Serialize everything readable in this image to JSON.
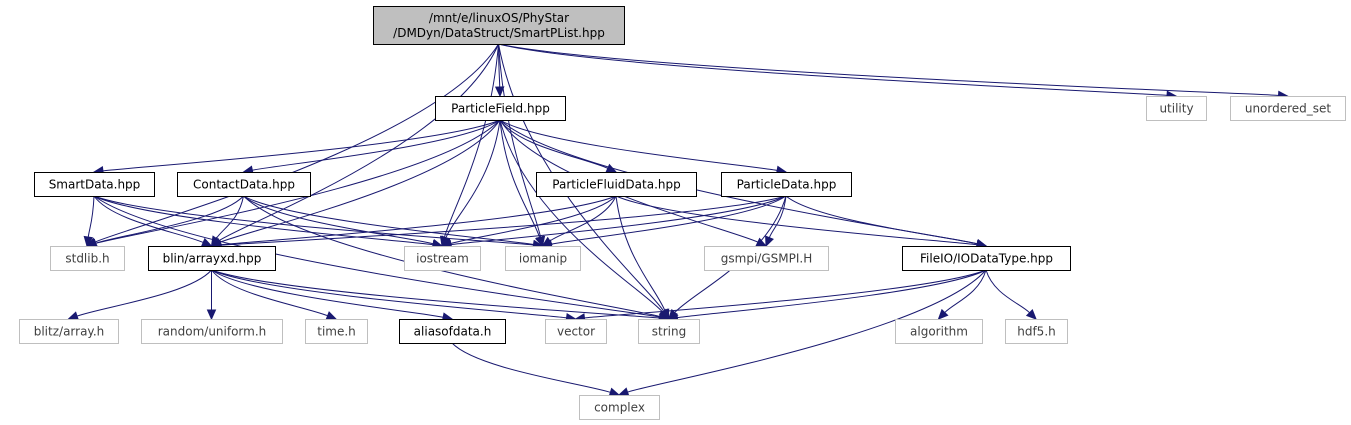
{
  "title": "",
  "diagram": {
    "colors": {
      "edge": "#191970",
      "system_border": "#bfbfbf",
      "system_text": "#404040",
      "root_fill": "#bfbfbf"
    },
    "nodes": [
      {
        "id": "root",
        "lines": [
          "/mnt/e/linuxOS/PhyStar",
          "/DMDyn/DataStruct/SmartPList.hpp"
        ],
        "kind": "root"
      },
      {
        "id": "particlefield",
        "lines": [
          "ParticleField.hpp"
        ],
        "kind": "document"
      },
      {
        "id": "utility",
        "lines": [
          "utility"
        ],
        "kind": "system"
      },
      {
        "id": "unordered_set",
        "lines": [
          "unordered_set"
        ],
        "kind": "system"
      },
      {
        "id": "smartdata",
        "lines": [
          "SmartData.hpp"
        ],
        "kind": "document"
      },
      {
        "id": "contactdata",
        "lines": [
          "ContactData.hpp"
        ],
        "kind": "document"
      },
      {
        "id": "particlefluiddata",
        "lines": [
          "ParticleFluidData.hpp"
        ],
        "kind": "document"
      },
      {
        "id": "particledata",
        "lines": [
          "ParticleData.hpp"
        ],
        "kind": "document"
      },
      {
        "id": "stdlib",
        "lines": [
          "stdlib.h"
        ],
        "kind": "system"
      },
      {
        "id": "arrayxd",
        "lines": [
          "blin/arrayxd.hpp"
        ],
        "kind": "document"
      },
      {
        "id": "iostream",
        "lines": [
          "iostream"
        ],
        "kind": "system"
      },
      {
        "id": "iomanip",
        "lines": [
          "iomanip"
        ],
        "kind": "system"
      },
      {
        "id": "gsmpi",
        "lines": [
          "gsmpi/GSMPI.H"
        ],
        "kind": "system"
      },
      {
        "id": "iodatatype",
        "lines": [
          "FileIO/IODataType.hpp"
        ],
        "kind": "document"
      },
      {
        "id": "blitz",
        "lines": [
          "blitz/array.h"
        ],
        "kind": "system"
      },
      {
        "id": "random",
        "lines": [
          "random/uniform.h"
        ],
        "kind": "system"
      },
      {
        "id": "time",
        "lines": [
          "time.h"
        ],
        "kind": "system"
      },
      {
        "id": "aliasofdata",
        "lines": [
          "aliasofdata.h"
        ],
        "kind": "document"
      },
      {
        "id": "vector",
        "lines": [
          "vector"
        ],
        "kind": "system"
      },
      {
        "id": "string",
        "lines": [
          "string"
        ],
        "kind": "system"
      },
      {
        "id": "algorithm",
        "lines": [
          "algorithm"
        ],
        "kind": "system"
      },
      {
        "id": "hdf5",
        "lines": [
          "hdf5.h"
        ],
        "kind": "system"
      },
      {
        "id": "complex",
        "lines": [
          "complex"
        ],
        "kind": "system"
      }
    ],
    "edges": [
      {
        "from": "root",
        "to": "particlefield"
      },
      {
        "from": "root",
        "to": "utility"
      },
      {
        "from": "root",
        "to": "unordered_set"
      },
      {
        "from": "root",
        "to": "arrayxd"
      },
      {
        "from": "root",
        "to": "stdlib"
      },
      {
        "from": "root",
        "to": "iostream"
      },
      {
        "from": "root",
        "to": "iomanip"
      },
      {
        "from": "root",
        "to": "string"
      },
      {
        "from": "particlefield",
        "to": "smartdata"
      },
      {
        "from": "particlefield",
        "to": "contactdata"
      },
      {
        "from": "particlefield",
        "to": "particlefluiddata"
      },
      {
        "from": "particlefield",
        "to": "particledata"
      },
      {
        "from": "particlefield",
        "to": "stdlib"
      },
      {
        "from": "particlefield",
        "to": "arrayxd"
      },
      {
        "from": "particlefield",
        "to": "iostream"
      },
      {
        "from": "particlefield",
        "to": "iomanip"
      },
      {
        "from": "particlefield",
        "to": "gsmpi"
      },
      {
        "from": "particlefield",
        "to": "iodatatype"
      },
      {
        "from": "particlefield",
        "to": "string"
      },
      {
        "from": "smartdata",
        "to": "stdlib"
      },
      {
        "from": "smartdata",
        "to": "arrayxd"
      },
      {
        "from": "smartdata",
        "to": "iostream"
      },
      {
        "from": "smartdata",
        "to": "iomanip"
      },
      {
        "from": "smartdata",
        "to": "string"
      },
      {
        "from": "contactdata",
        "to": "stdlib"
      },
      {
        "from": "contactdata",
        "to": "arrayxd"
      },
      {
        "from": "contactdata",
        "to": "iostream"
      },
      {
        "from": "contactdata",
        "to": "iomanip"
      },
      {
        "from": "contactdata",
        "to": "string"
      },
      {
        "from": "particlefluiddata",
        "to": "arrayxd"
      },
      {
        "from": "particlefluiddata",
        "to": "iostream"
      },
      {
        "from": "particlefluiddata",
        "to": "iomanip"
      },
      {
        "from": "particlefluiddata",
        "to": "string"
      },
      {
        "from": "particlefluiddata",
        "to": "iodatatype"
      },
      {
        "from": "particledata",
        "to": "arrayxd"
      },
      {
        "from": "particledata",
        "to": "iostream"
      },
      {
        "from": "particledata",
        "to": "iomanip"
      },
      {
        "from": "particledata",
        "to": "gsmpi"
      },
      {
        "from": "particledata",
        "to": "string"
      },
      {
        "from": "particledata",
        "to": "iodatatype"
      },
      {
        "from": "arrayxd",
        "to": "blitz"
      },
      {
        "from": "arrayxd",
        "to": "random"
      },
      {
        "from": "arrayxd",
        "to": "time"
      },
      {
        "from": "arrayxd",
        "to": "aliasofdata"
      },
      {
        "from": "arrayxd",
        "to": "vector"
      },
      {
        "from": "arrayxd",
        "to": "string"
      },
      {
        "from": "iodatatype",
        "to": "vector"
      },
      {
        "from": "iodatatype",
        "to": "string"
      },
      {
        "from": "iodatatype",
        "to": "algorithm"
      },
      {
        "from": "iodatatype",
        "to": "hdf5"
      },
      {
        "from": "iodatatype",
        "to": "complex"
      },
      {
        "from": "aliasofdata",
        "to": "complex"
      }
    ]
  }
}
